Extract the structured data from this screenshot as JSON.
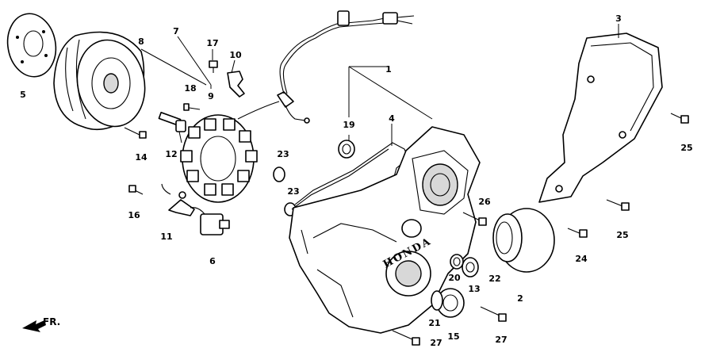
{
  "diagram": {
    "brand_text": "HONDA",
    "direction_label": "FR.",
    "callouts": {
      "c1": "1",
      "c2": "2",
      "c3": "3",
      "c4": "4",
      "c5": "5",
      "c6": "6",
      "c7": "7",
      "c8": "8",
      "c9": "9",
      "c10": "10",
      "c11": "11",
      "c12": "12",
      "c13": "13",
      "c14": "14",
      "c15": "15",
      "c16": "16",
      "c17": "17",
      "c18": "18",
      "c19": "19",
      "c20": "20",
      "c21": "21",
      "c22": "22",
      "c23a": "23",
      "c23b": "23",
      "c24": "24",
      "c25a": "25",
      "c25b": "25",
      "c26": "26",
      "c27a": "27",
      "c27b": "27"
    }
  }
}
